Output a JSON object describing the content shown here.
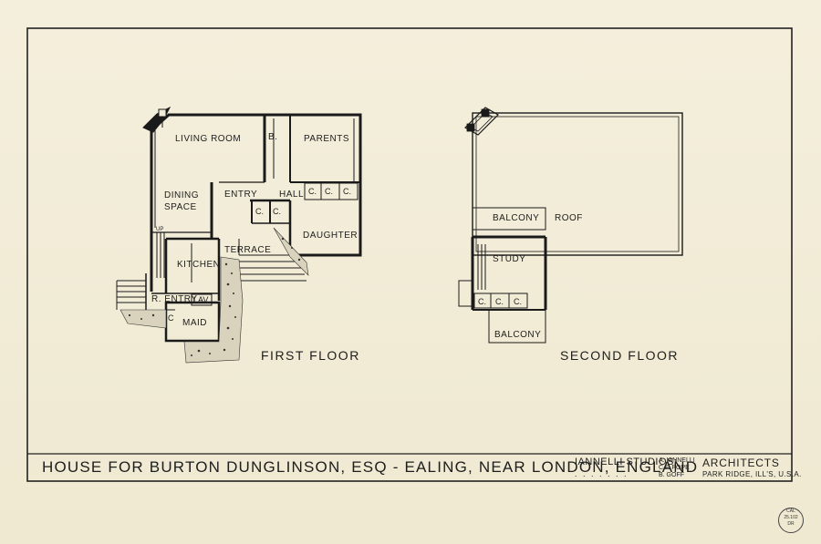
{
  "title": "HOUSE FOR BURTON DUNGLINSON, ESQ - EALING, NEAR LONDON, ENGLAND",
  "studio": "IANNELLI STUDIOS:",
  "studio_dots": ". . . . . . .",
  "architects": [
    "A. IANNELLI",
    "C.F. POPE",
    "B. GOFF"
  ],
  "role": "ARCHITECTS",
  "location": "PARK RIDGE, ILL'S, U.S.A.",
  "stamp": [
    "CAL",
    "25.102",
    "DR"
  ],
  "first_floor": {
    "label": "FIRST FLOOR",
    "rooms": {
      "living_room": "LIVING ROOM",
      "b": "B.",
      "parents": "PARENTS",
      "dining": "DINING",
      "space": "SPACE",
      "entry": "ENTRY",
      "hall": "HALL",
      "c1": "C.",
      "c2": "C.",
      "c3": "C.",
      "c4": "C.",
      "c5": "C.",
      "daughter": "DAUGHTER",
      "terrace": "TERRACE",
      "kitchen": "KITCHEN",
      "r_entry": "R. ENTRY",
      "lav": "LAV.",
      "c6": "C",
      "maid": "MAID",
      "up": "UP"
    }
  },
  "second_floor": {
    "label": "SECOND FLOOR",
    "rooms": {
      "balcony_top": "BALCONY",
      "roof": "ROOF",
      "study": "STUDY",
      "c1": "C.",
      "c2": "C.",
      "c3": "C.",
      "balcony_bottom": "BALCONY"
    }
  }
}
